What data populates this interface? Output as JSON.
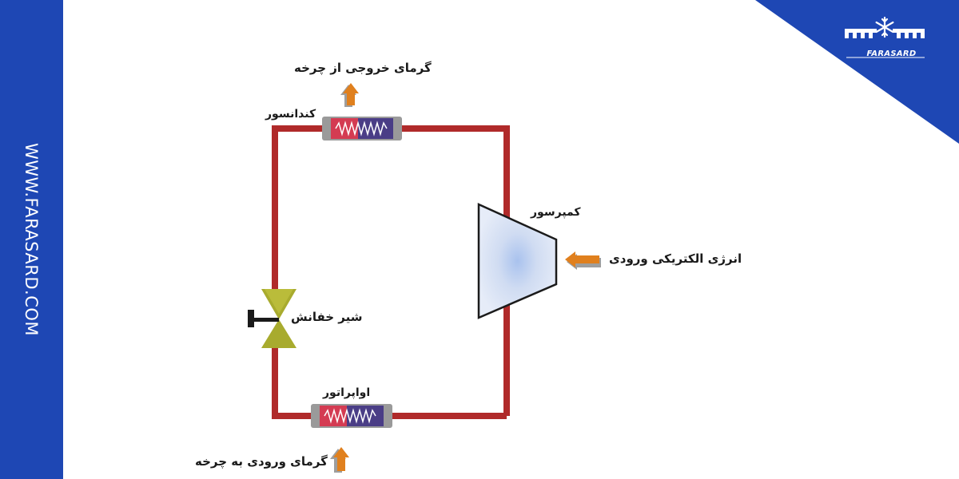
{
  "sidebar": {
    "url": "WWW.FARASARD.COM"
  },
  "logo": {
    "text": "FARASARD"
  },
  "diagram": {
    "heat_out_label": "گرمای خروجی از چرخه",
    "condenser_label": "کندانسور",
    "compressor_label": "کمپرسور",
    "electric_energy_label": "انرژی الکتریکی ورودی",
    "expansion_valve_label": "شیر خفانش",
    "evaporator_label": "اواپراتور",
    "heat_in_label": "گرمای ورودی به چرخه"
  },
  "colors": {
    "brand_blue": "#1e47b4",
    "pipe_red": "#b02a2a",
    "arrow_orange": "#e0801e",
    "valve_olive": "#a8ab2e",
    "compressor_blue": "#c8d6f0"
  }
}
